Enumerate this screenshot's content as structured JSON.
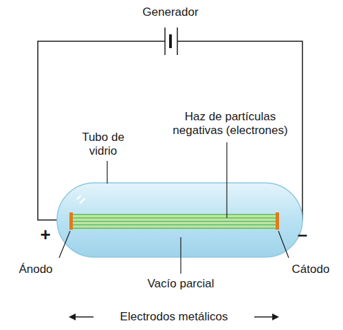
{
  "diagram": {
    "labels": [
      "Generador",
      "Haz de partículas negativas (electrones)",
      "Tubo de vidrio",
      "+",
      "–",
      "Ánodo",
      "Vacío parcial",
      "Cátodo",
      "Electrodos metálicos"
    ]
  }
}
